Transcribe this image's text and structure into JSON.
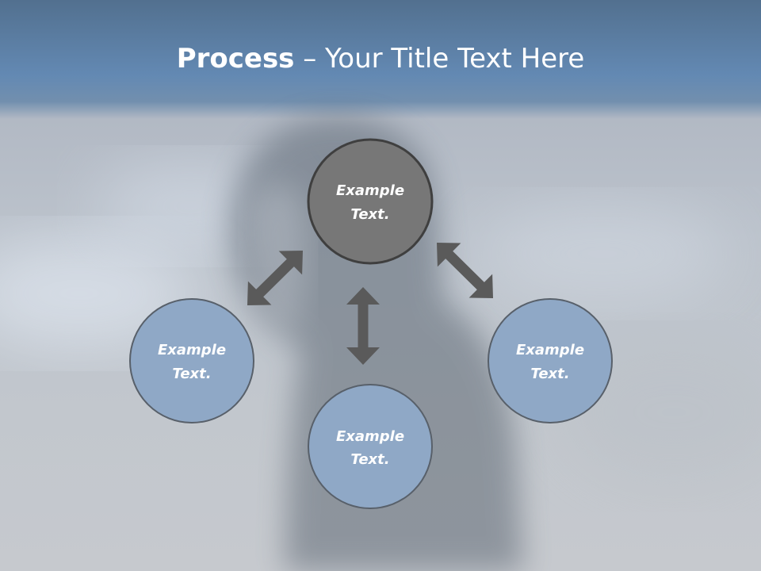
{
  "title": {
    "bold": "Process",
    "rest": " – Your Title Text Here"
  },
  "colors": {
    "center_node_fill": "#777777",
    "outer_node_fill": "#8fa8c6",
    "node_stroke": "#58606a",
    "arrow": "#5a5a5a"
  },
  "nodes": [
    {
      "id": "top",
      "line1": "Example",
      "line2": "Text."
    },
    {
      "id": "left",
      "line1": "Example",
      "line2": "Text."
    },
    {
      "id": "bottom",
      "line1": "Example",
      "line2": "Text."
    },
    {
      "id": "right",
      "line1": "Example",
      "line2": "Text."
    }
  ]
}
